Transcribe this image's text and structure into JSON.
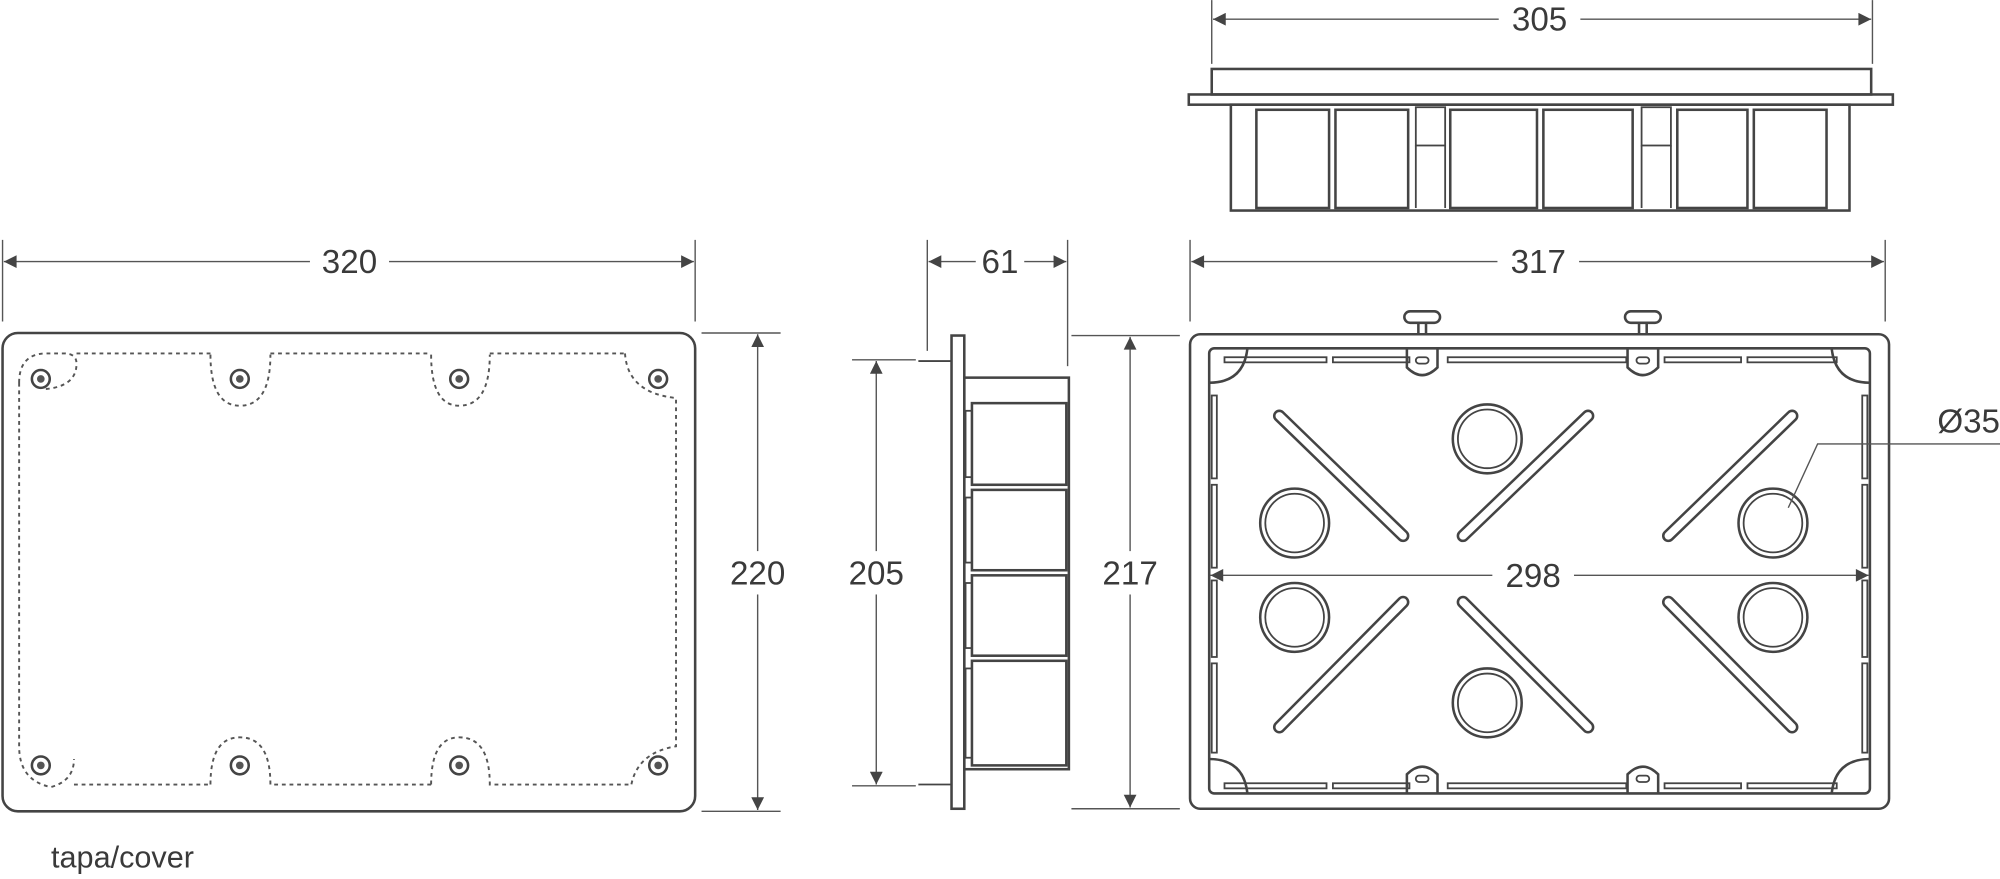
{
  "cover": {
    "caption": "tapa/cover",
    "width_dim": "320",
    "height_dim": "220"
  },
  "side_view": {
    "depth_dim": "61",
    "inner_height_dim": "205",
    "outer_height_dim": "217"
  },
  "top_view": {
    "width_dim": "305"
  },
  "front_view": {
    "outer_width_dim": "317",
    "inner_width_dim": "298",
    "hole_diameter_dim": "Ø35"
  },
  "colors": {
    "line": "#444444",
    "background": "#ffffff"
  }
}
